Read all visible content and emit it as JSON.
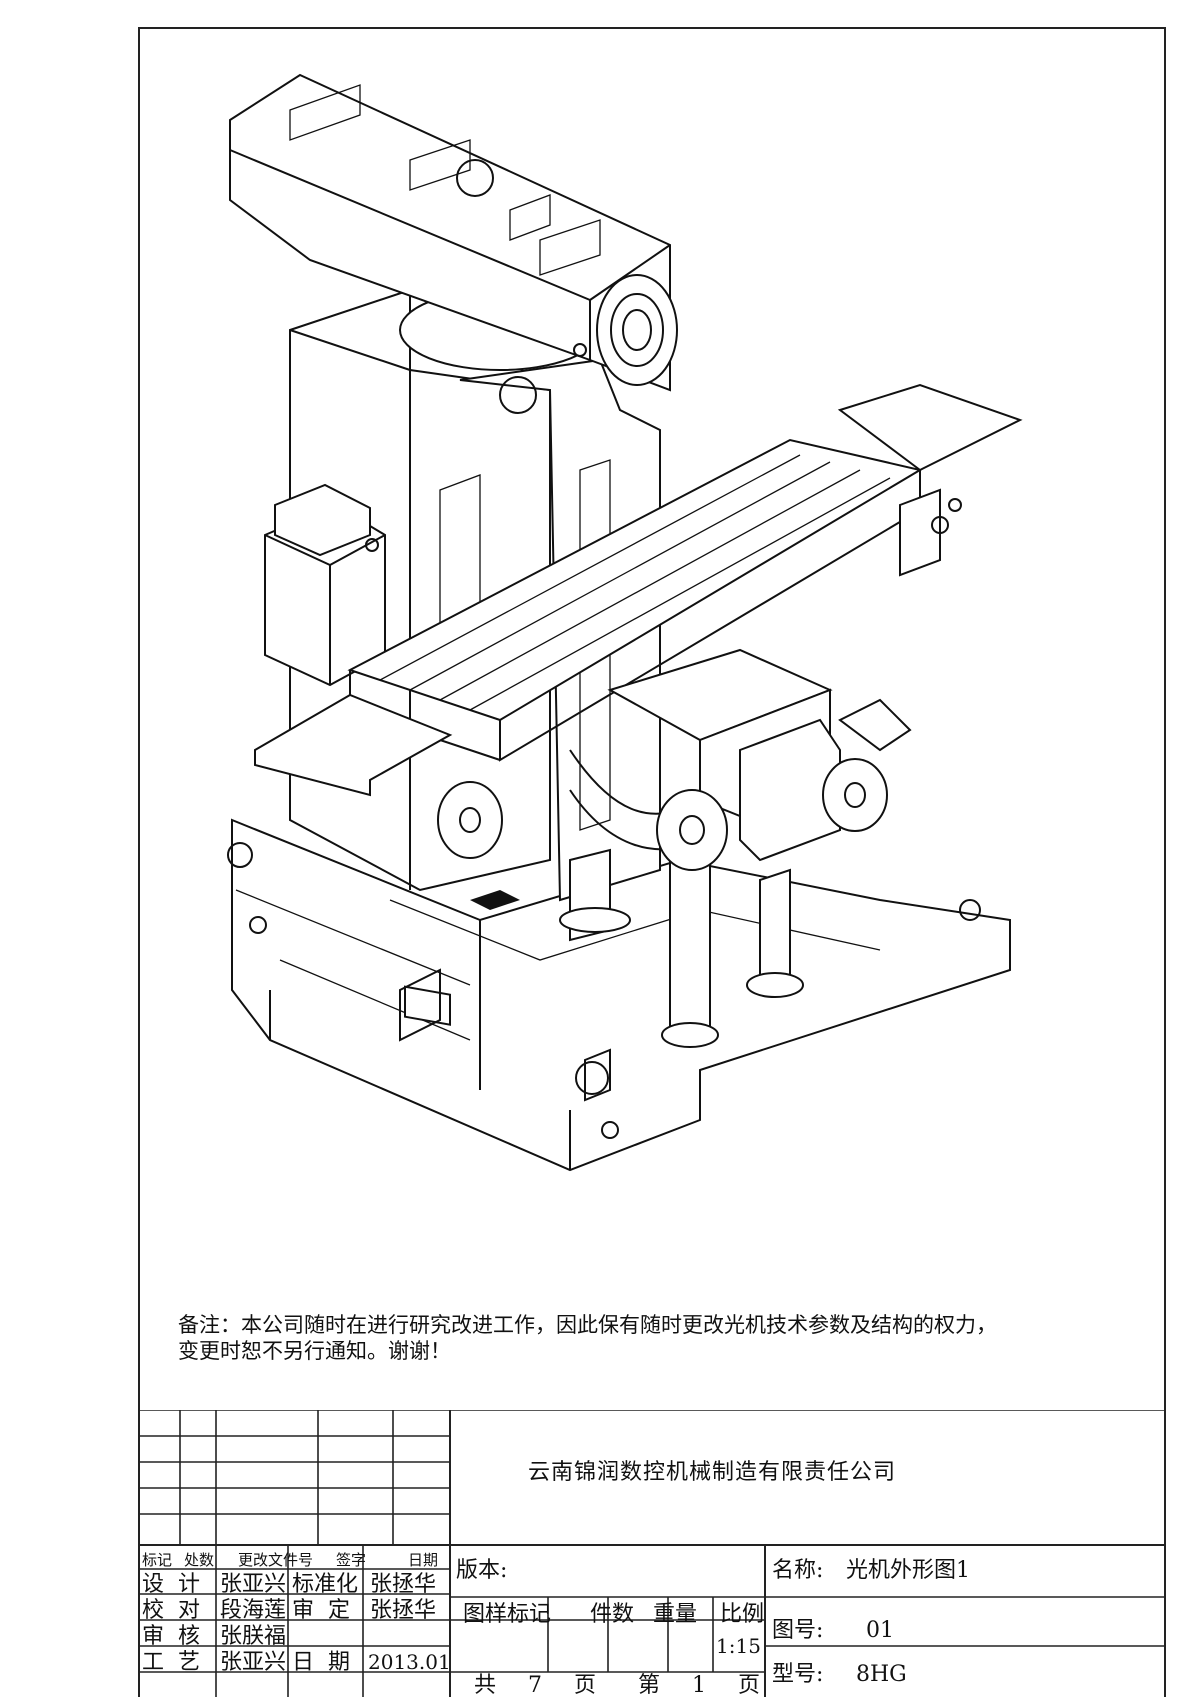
{
  "notes": {
    "line1": "备注：本公司随时在进行研究改进工作，因此保有随时更改光机技术参数及结构的权力，",
    "line2": "变更时恕不另行通知。谢谢！"
  },
  "title_block": {
    "company": "云南锦润数控机械制造有限责任公司",
    "rev_headers": [
      "标记",
      "处数",
      "更改文件号",
      "签字",
      "日期"
    ],
    "sign_rows": [
      {
        "role": "设  计",
        "name": "张亚兴",
        "role2": "标准化",
        "name2": "张拯华"
      },
      {
        "role": "校  对",
        "name": "段海莲",
        "role2": "审  定",
        "name2": "张拯华"
      },
      {
        "role": "审  核",
        "name": "张朕福",
        "role2": "",
        "name2": ""
      },
      {
        "role": "工  艺",
        "name": "张亚兴",
        "role2": "日  期",
        "name2": "2013.01"
      }
    ],
    "version_label": "版本:",
    "sample_mark_label": "图样标记",
    "count_label": "件数",
    "weight_label": "重量",
    "scale_label": "比例",
    "scale_value": "1:15",
    "total_label": "共",
    "total_pages": "7",
    "page_unit_1": "页",
    "page_label": "第",
    "page_number": "1",
    "page_unit_2": "页",
    "name_label": "名称:",
    "name_value": "光机外形图1",
    "drawing_no_label": "图号:",
    "drawing_no_value": "01",
    "model_label": "型号:",
    "model_value": "8HG"
  }
}
